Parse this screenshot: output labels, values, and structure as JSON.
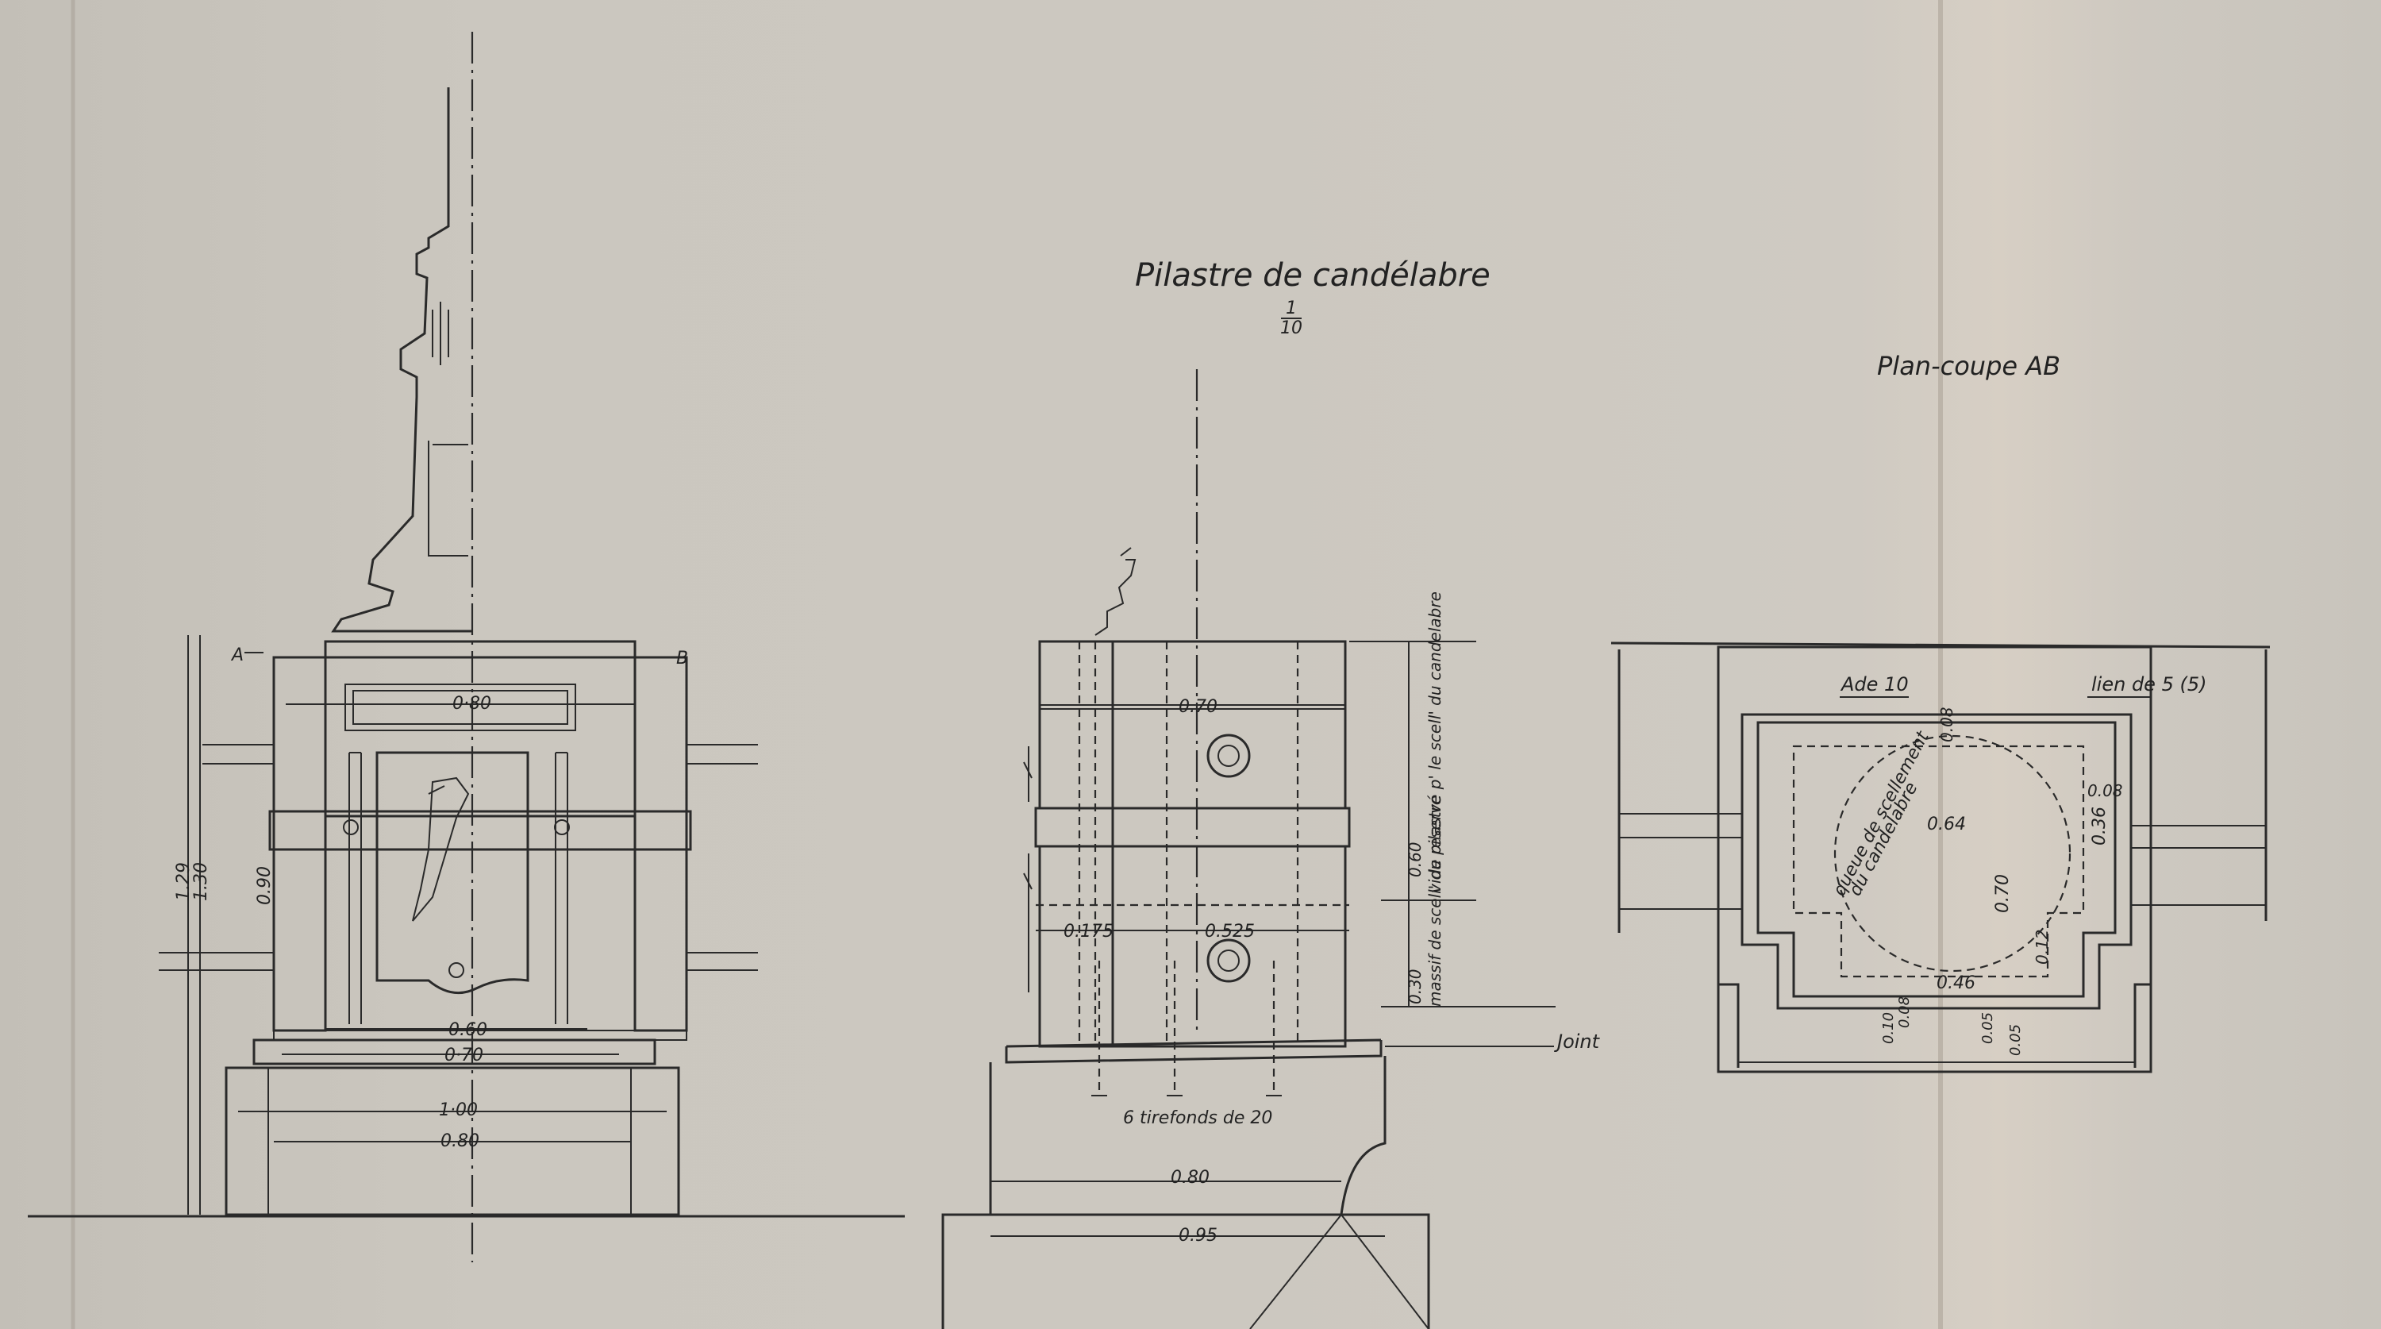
{
  "drawing": {
    "title": "Pilastre de candélabre",
    "scale_num": "1",
    "scale_den": "10",
    "plan_title": "Plan-coupe AB",
    "section_mark_left": "A",
    "section_mark_right": "B"
  },
  "elevation_dims": {
    "top_width": "0·80",
    "inner_width": "0.60",
    "plinth_width": "0·70",
    "base_width_1": "1·00",
    "base_width_2": "0.80",
    "height_total_1": "1.29",
    "height_total_2": "1.30",
    "height_pier": "0.90"
  },
  "side_dims": {
    "top_width": "0.70",
    "left_offset": "0.175",
    "right_width": "0.525",
    "base_width": "0.80",
    "footing_width": "0.95",
    "upper_label": "vide reservé p' le scell' du candelabre",
    "upper_value": "0.60",
    "lower_label": "massif de scell' du pilastre",
    "lower_value": "0.30",
    "joint_label": "Joint",
    "screws_label": "6 tirefonds de 20"
  },
  "plan_dims": {
    "angle_label": "Ade 10",
    "tie_label": "lien de 5 (5)",
    "sealing_label_1": "queue de scellement",
    "sealing_label_2": "du candelabre",
    "inner_diameter": "0.64",
    "depth": "0.70",
    "bottom_width": "0.46",
    "top_offset": "0.08",
    "right_offset": "0.08",
    "right_dim": "0.36",
    "small_dim": "0.12",
    "bottom_dims": [
      "0.10",
      "0.08",
      "0.05",
      "0.05"
    ]
  }
}
